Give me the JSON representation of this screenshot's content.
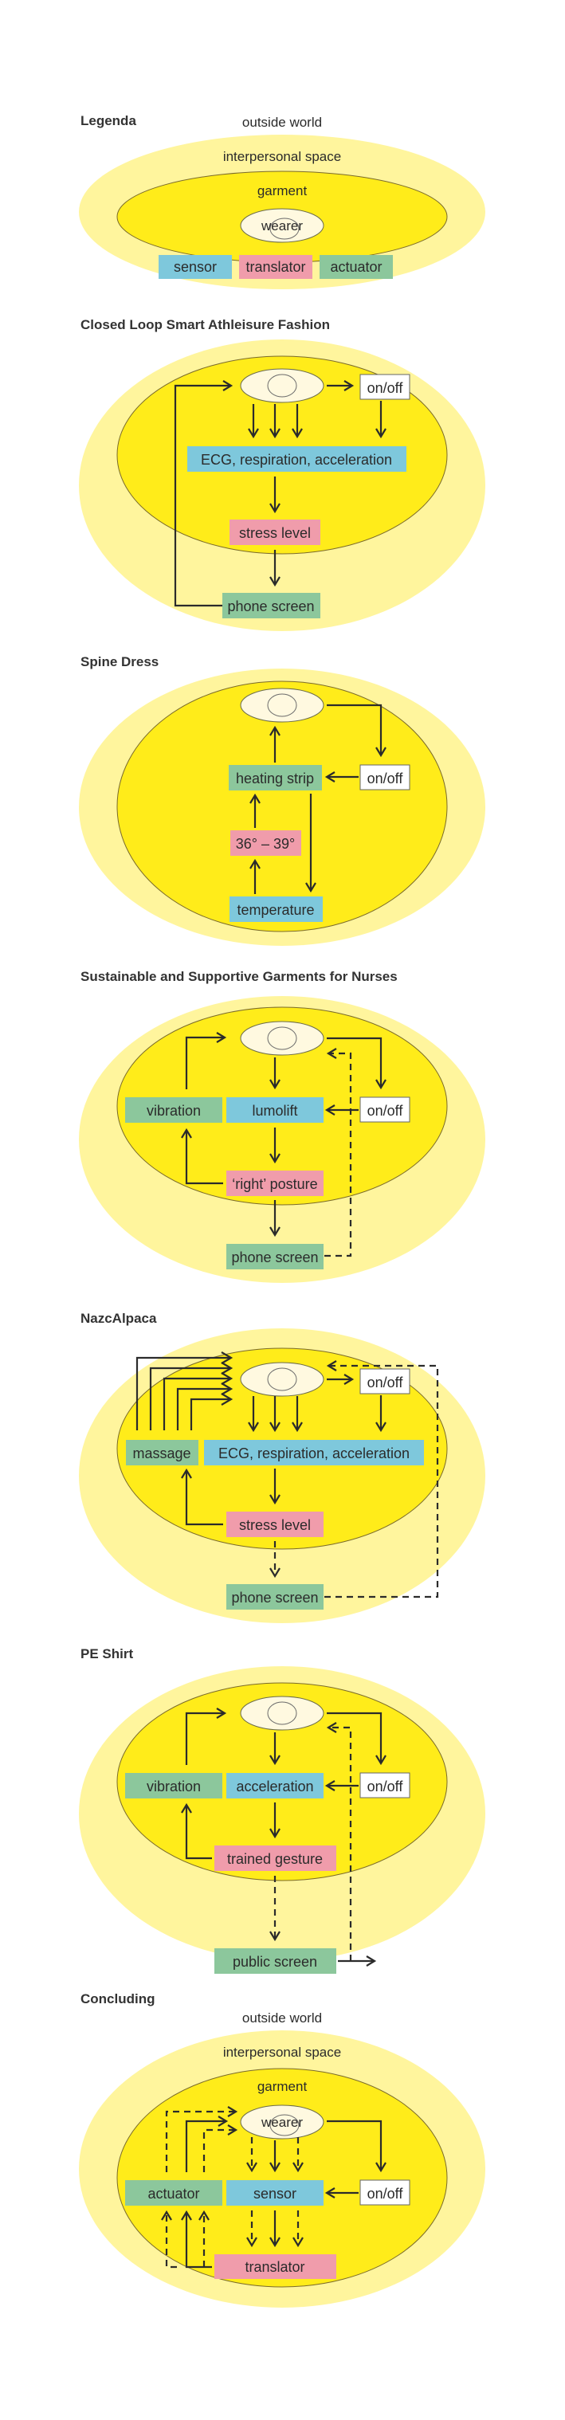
{
  "colors": {
    "outer_zone": "#fff59d",
    "garment": "#ffec1a",
    "wearer": "#fff9e0",
    "sensor": "#7ec8dc",
    "translator": "#f09cab",
    "actuator": "#8cc79c",
    "switch": "#ffffff",
    "line": "#2b2b2b"
  },
  "legend": {
    "title": "Legenda",
    "outside_world": "outside world",
    "interpersonal_space": "interpersonal space",
    "garment": "garment",
    "wearer": "wearer",
    "sensor": "sensor",
    "translator": "translator",
    "actuator": "actuator"
  },
  "sections": [
    {
      "title": "Closed Loop Smart Athleisure Fashion",
      "nodes": {
        "switch": "on/off",
        "sensor": "ECG, respiration, acceleration",
        "translator": "stress level",
        "actuator": "phone screen"
      }
    },
    {
      "title": "Spine Dress",
      "nodes": {
        "switch": "on/off",
        "actuator": "heating strip",
        "translator": "36° – 39°",
        "sensor": "temperature"
      }
    },
    {
      "title": "Sustainable and Supportive Garments for Nurses",
      "nodes": {
        "switch": "on/off",
        "actuator": "vibration",
        "sensor": "lumolift",
        "translator": "‘right’ posture",
        "display": "phone screen"
      }
    },
    {
      "title": "NazcAlpaca",
      "nodes": {
        "switch": "on/off",
        "actuator": "massage",
        "sensor": "ECG, respiration, acceleration",
        "translator": "stress level",
        "display": "phone screen"
      }
    },
    {
      "title": "PE Shirt",
      "nodes": {
        "switch": "on/off",
        "actuator": "vibration",
        "sensor": "acceleration",
        "translator": "trained gesture",
        "display": "public screen"
      }
    },
    {
      "title": "Concluding",
      "outside_world": "outside world",
      "interpersonal_space": "interpersonal space",
      "garment": "garment",
      "nodes": {
        "wearer": "wearer",
        "switch": "on/off",
        "actuator": "actuator",
        "sensor": "sensor",
        "translator": "translator"
      }
    }
  ]
}
